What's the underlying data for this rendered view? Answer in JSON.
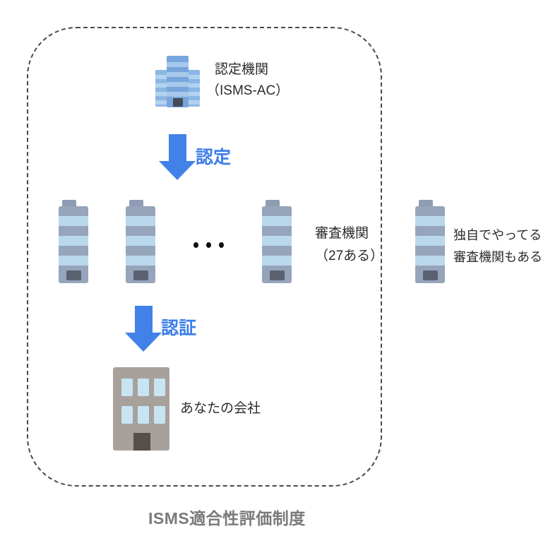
{
  "title": "ISMS適合性評価制度",
  "accreditation_body": {
    "label_line1": "認定機関",
    "label_line2": "（ISMS-AC）"
  },
  "accreditation_arrow": {
    "label": "認定"
  },
  "audit_bodies": {
    "label_line1": "審査機関",
    "label_line2": "（27ある）",
    "ellipsis": "・・・"
  },
  "independent_audit_body": {
    "label_line1": "独自でやってる",
    "label_line2": "審査機関もある"
  },
  "certification_arrow": {
    "label": "認証"
  },
  "your_company": {
    "label": "あなたの会社"
  },
  "colors": {
    "arrow_blue": "#4181e8",
    "arrow_label_blue": "#3d7ee8",
    "boundary_gray": "#4a4a4a",
    "title_gray": "#7a7a7a",
    "audit_building_body": "#96a5bb",
    "audit_building_stripe": "#bad8ec",
    "hq_tower_blue": "#78a5db",
    "hq_tower_stripe": "#a6c9ec",
    "company_body_gray": "#a8a19b",
    "company_window_blue": "#c8e4f3"
  }
}
